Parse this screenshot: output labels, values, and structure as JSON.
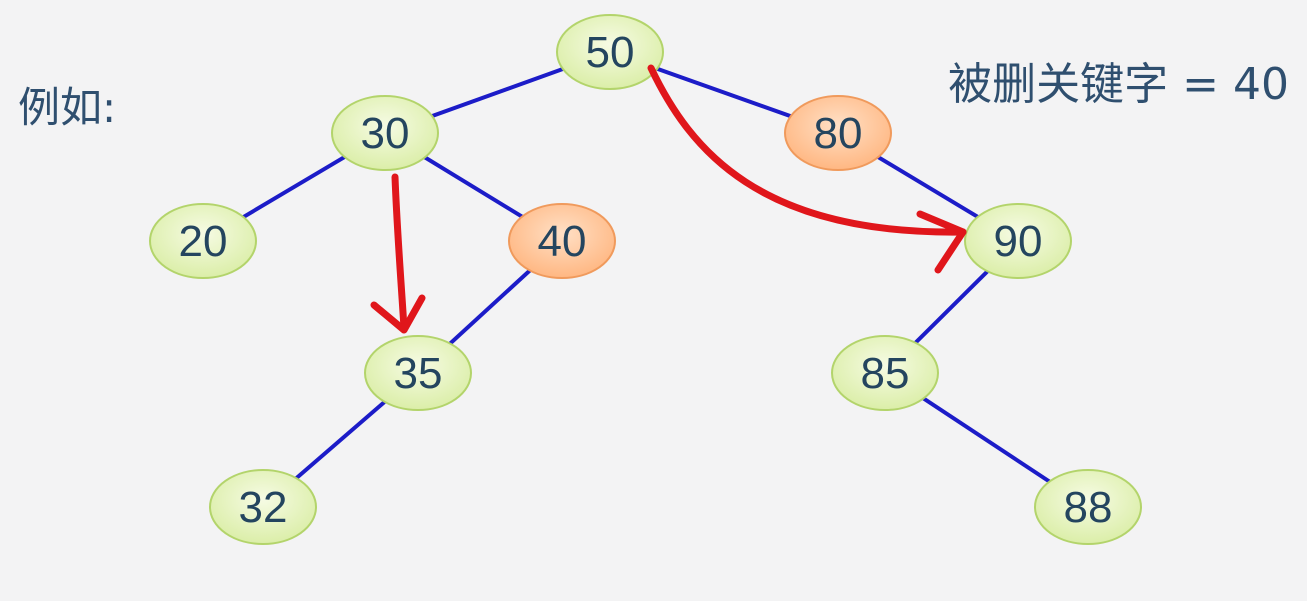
{
  "example_label": "例如:",
  "deleted_key_text": "被删关键字 = 40",
  "colors": {
    "edge": "#1c1cc8",
    "arrow": "#e0161b",
    "normal_fill": "#e7f4c2",
    "normal_stroke": "#b3d46b",
    "highlight_fill": "#ffc59a",
    "highlight_stroke": "#f09a5c",
    "text": "#24455f"
  },
  "nodes": [
    {
      "id": "n50",
      "label": "50",
      "highlight": false
    },
    {
      "id": "n30",
      "label": "30",
      "highlight": false
    },
    {
      "id": "n80",
      "label": "80",
      "highlight": true
    },
    {
      "id": "n20",
      "label": "20",
      "highlight": false
    },
    {
      "id": "n40",
      "label": "40",
      "highlight": true
    },
    {
      "id": "n90",
      "label": "90",
      "highlight": false
    },
    {
      "id": "n35",
      "label": "35",
      "highlight": false
    },
    {
      "id": "n85",
      "label": "85",
      "highlight": false
    },
    {
      "id": "n32",
      "label": "32",
      "highlight": false
    },
    {
      "id": "n88",
      "label": "88",
      "highlight": false
    }
  ],
  "edges": [
    {
      "from": "n50",
      "to": "n30"
    },
    {
      "from": "n50",
      "to": "n80"
    },
    {
      "from": "n30",
      "to": "n20"
    },
    {
      "from": "n30",
      "to": "n40"
    },
    {
      "from": "n80",
      "to": "n90"
    },
    {
      "from": "n40",
      "to": "n35"
    },
    {
      "from": "n90",
      "to": "n85"
    },
    {
      "from": "n35",
      "to": "n32"
    },
    {
      "from": "n85",
      "to": "n88"
    }
  ],
  "arrows": [
    {
      "id": "arrow-30-to-35",
      "from": "n30",
      "to": "n35"
    },
    {
      "id": "arrow-50-to-90",
      "from": "n50",
      "to": "n90"
    }
  ]
}
